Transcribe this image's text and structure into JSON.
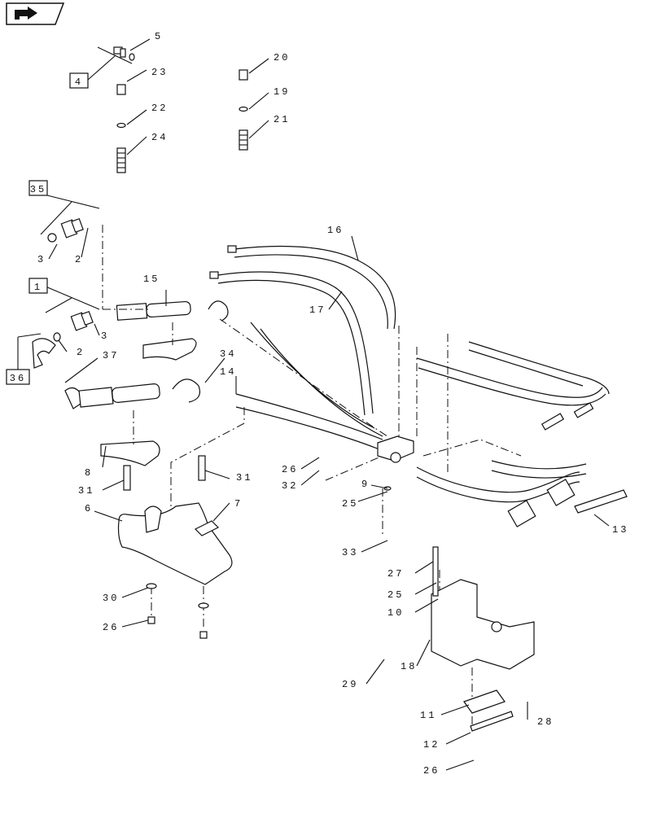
{
  "nav": {
    "icon": "forward-arrow-icon"
  },
  "callouts": {
    "c1": "1",
    "c2a": "2",
    "c2b": "2",
    "c3a": "3",
    "c3b": "3",
    "c4": "4",
    "c5": "5",
    "c6": "6",
    "c7": "7",
    "c8": "8",
    "c9": "9",
    "c10": "10",
    "c11": "11",
    "c12": "12",
    "c13": "13",
    "c14": "14",
    "c15": "15",
    "c16": "16",
    "c17": "17",
    "c18": "18",
    "c19": "19",
    "c20": "20",
    "c21": "21",
    "c22": "22",
    "c23": "23",
    "c24": "24",
    "c25a": "25",
    "c25b": "25",
    "c26a": "26",
    "c26b": "26",
    "c26c": "26",
    "c27": "27",
    "c28": "28",
    "c29": "29",
    "c30": "30",
    "c31a": "31",
    "c31b": "31",
    "c32": "32",
    "c33": "33",
    "c34": "34",
    "c35": "35",
    "c36": "36",
    "c37": "37"
  }
}
